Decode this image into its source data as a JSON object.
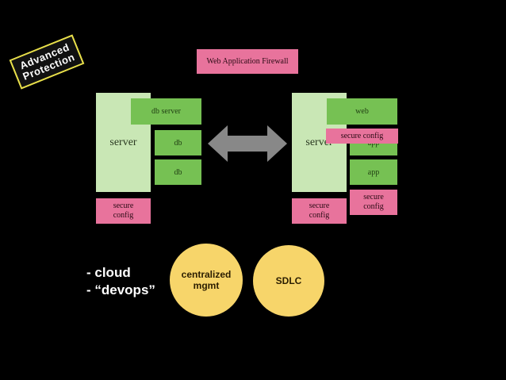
{
  "badge": {
    "line1": "Advanced",
    "line2": "Protection"
  },
  "waf": {
    "label": "Web Application Firewall"
  },
  "left_server": {
    "label": "server",
    "boxes": [
      "db server",
      "db",
      "db"
    ],
    "secure_config": {
      "line1": "secure",
      "line2": "config"
    }
  },
  "right_server": {
    "label": "server",
    "boxes": [
      "web",
      "app",
      "app"
    ],
    "overlay_config": "secure config",
    "secure_config": {
      "line1": "secure",
      "line2": "config"
    },
    "secure_config_2": {
      "line1": "secure",
      "line2": "config"
    }
  },
  "bullets": [
    "- cloud",
    "- “devops”"
  ],
  "circles": [
    {
      "line1": "centralized",
      "line2": "mgmt"
    },
    {
      "line1": "SDLC"
    }
  ],
  "colors": {
    "background": "#000000",
    "server": "#c9e7b5",
    "component": "#76c153",
    "config": "#e8739c",
    "circle": "#f7d56a",
    "arrow": "#888888"
  }
}
